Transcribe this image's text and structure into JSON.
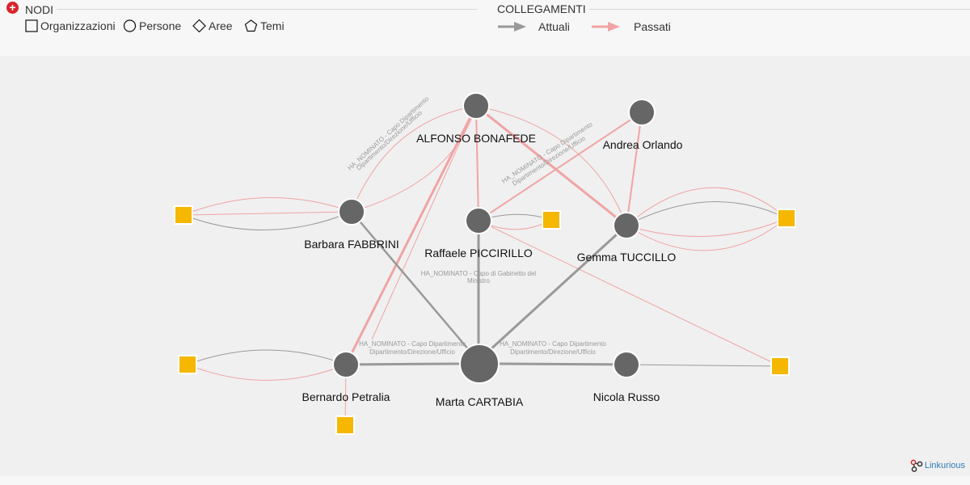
{
  "legend": {
    "nodes_title": "NODI",
    "links_title": "COLLEGAMENTI",
    "node_types": {
      "organizations": "Organizzazioni",
      "persons": "Persone",
      "areas": "Aree",
      "topics": "Temi"
    },
    "link_types": {
      "current": "Attuali",
      "past": "Passati"
    },
    "colors": {
      "current": "#999999",
      "past": "#f0a4a4",
      "person": "#666666",
      "organization": "#f5b700"
    }
  },
  "graph": {
    "nodes": {
      "alfonso": "ALFONSO BONAFEDE",
      "andrea": "Andrea Orlando",
      "barbara": "Barbara FABBRINI",
      "raffaele": "Raffaele PICCIRILLO",
      "gemma": "Gemma TUCCILLO",
      "bernardo": "Bernardo Petralia",
      "marta": "Marta CARTABIA",
      "nicola": "Nicola Russo"
    },
    "edge_labels": {
      "capo_dipartimento_line1": "HA_NOMINATO - Capo Dipartimento",
      "capo_dipartimento_line2": "Dipartimento/Direzione/Ufficio",
      "capo_gabinetto_line1": "HA_NOMINATO - Capo di Gabinetto del",
      "capo_gabinetto_line2": "Ministro"
    }
  },
  "footer": {
    "credit": "Linkurious"
  }
}
